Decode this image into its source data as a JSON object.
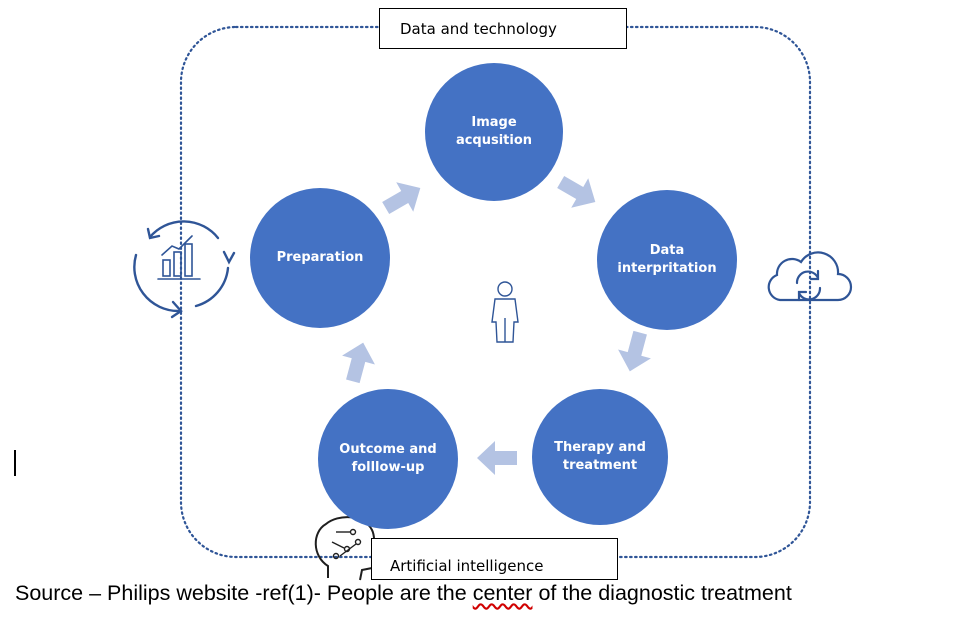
{
  "top_box": {
    "label": "Data and technology"
  },
  "bottom_box": {
    "label": "Artificial intelligence"
  },
  "nodes": [
    {
      "id": "image-acquisition",
      "label": "Image\nacqusition"
    },
    {
      "id": "data-interpretation",
      "label": "Data\ninterpritation"
    },
    {
      "id": "therapy-treatment",
      "label": "Therapy and\ntreatment"
    },
    {
      "id": "outcome-followup",
      "label": "Outcome and\nfolllow-up"
    },
    {
      "id": "preparation",
      "label": "Preparation"
    }
  ],
  "caption": {
    "before": "Source – Philips website -ref(1)- People are the ",
    "underlined": "center",
    "after": " of the diagnostic treatment"
  },
  "icons": {
    "left": "analytics-cycle-icon",
    "right": "cloud-sync-icon",
    "center": "person-icon",
    "bottom": "ai-head-icon"
  },
  "colors": {
    "node_fill": "#4472c4",
    "arrow_fill": "#b4c3e3",
    "dotted_border": "#2f5597",
    "icon_stroke": "#2f5597"
  }
}
